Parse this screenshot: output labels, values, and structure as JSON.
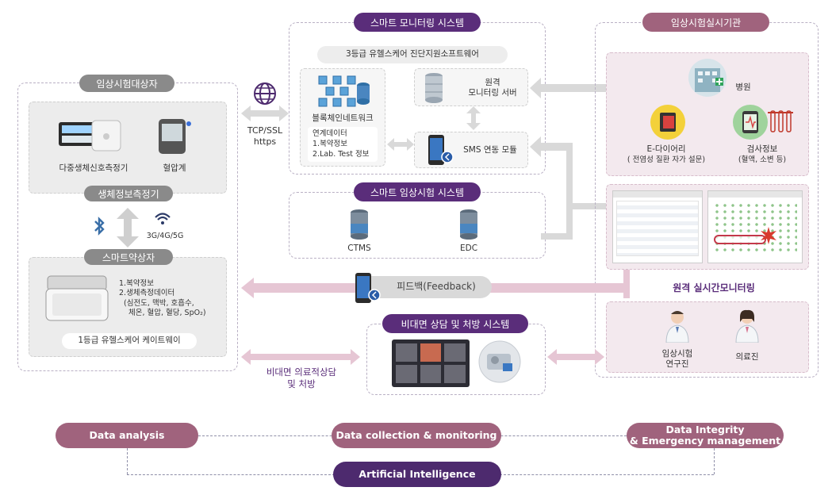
{
  "subjects": {
    "title": "임상시험대상자",
    "device1": "다중생체신호측정기",
    "device2": "혈압계",
    "biometric_pill": "생체정보측정기",
    "network": "3G/4G/5G",
    "wifi_text": "Wi-Fi",
    "pillbox_pill": "스마트약상자",
    "pillbox_lines": [
      "1.복약정보",
      "2.생체측정데이터",
      "(심전도, 맥박, 호흡수,",
      "체온, 혈압, 혈당, SpO₂)"
    ],
    "gateway": "1등급 유헬스케어 케이트웨이"
  },
  "connection": {
    "protocol1": "TCP/SSL",
    "protocol2": "https"
  },
  "monitoring": {
    "title": "스마트 모니터링 시스템",
    "software": "3등급 유헬스케어 진단지원소프트웨어",
    "blockchain": "블록체인네트워크",
    "linked_title": "연계데이터",
    "linked_1": "1.복약정보",
    "linked_2": "2.Lab. Test 정보",
    "server_1": "원격",
    "server_2": "모니터링 서버",
    "sms": "SMS 연동 모듈"
  },
  "clinical": {
    "title": "스마트 임상시험 시스템",
    "ctms": "CTMS",
    "edc": "EDC"
  },
  "feedback": "피드백(Feedback)",
  "consult": {
    "title": "비대면 상담 및 처방 시스템",
    "left_1": "비대면 의료적상담",
    "left_2": "및 처방"
  },
  "institution": {
    "title": "임상시험실시기관",
    "hospital": "병원",
    "ediary_1": "E-다이어리",
    "ediary_2": "( 전염성 질환 자가 설문)",
    "lab_1": "검사정보",
    "lab_2": "(혈액, 소변 등)",
    "realtime": "원격 실시간모니터링",
    "researcher_1": "임상시험",
    "researcher_2": "연구진",
    "medical": "의료진"
  },
  "bottom": {
    "analysis": "Data analysis",
    "collection": "Data collection & monitoring",
    "integrity_1": "Data Integrity",
    "integrity_2": "& Emergency management",
    "ai": "Artificial Intelligence"
  },
  "colors": {
    "purple": "#5a2d7a",
    "mauve": "#a0637d",
    "arrow": "#d9d9d9",
    "pink_arrow": "#e6c6d4"
  }
}
